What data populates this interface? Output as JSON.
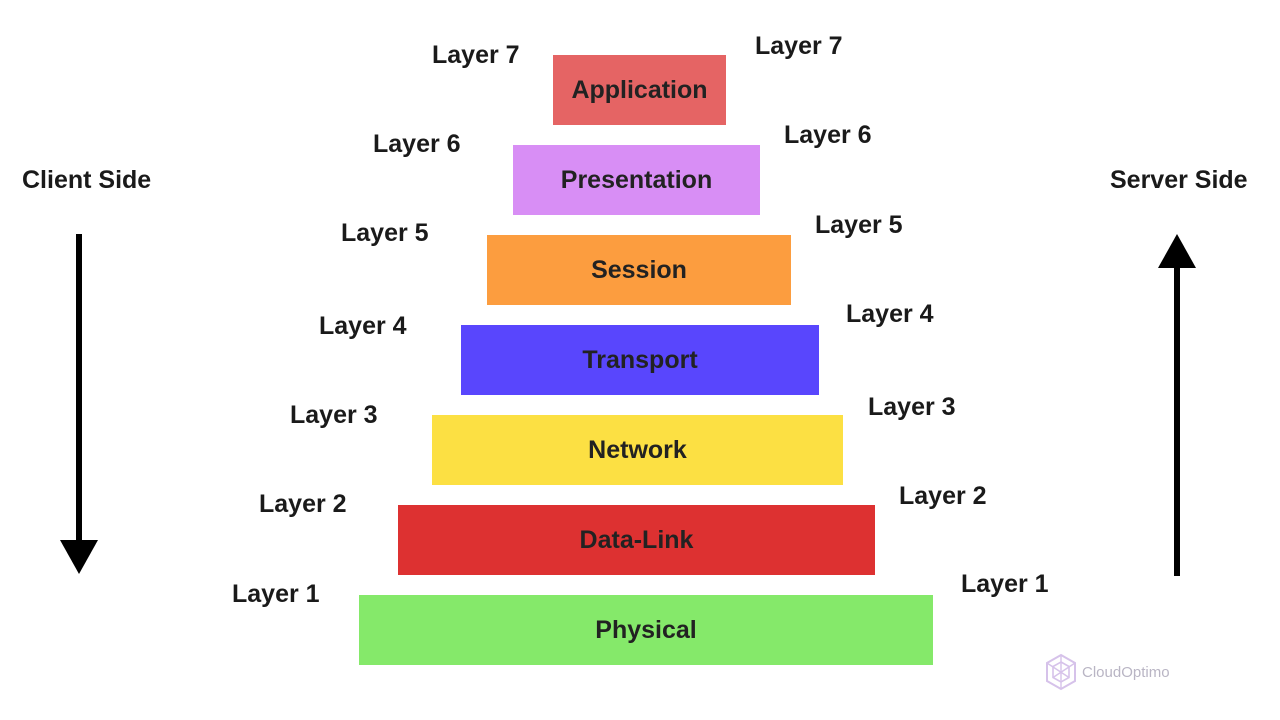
{
  "client_side": "Client Side",
  "server_side": "Server Side",
  "logo_text": "CloudOptimo",
  "layers": [
    {
      "name": "Application",
      "left_label": "Layer 7",
      "right_label": "Layer 7",
      "color": "#e56464"
    },
    {
      "name": "Presentation",
      "left_label": "Layer 6",
      "right_label": "Layer 6",
      "color": "#d88ef5"
    },
    {
      "name": "Session",
      "left_label": "Layer 5",
      "right_label": "Layer 5",
      "color": "#fc9d3f"
    },
    {
      "name": "Transport",
      "left_label": "Layer 4",
      "right_label": "Layer 4",
      "color": "#5946fd"
    },
    {
      "name": "Network",
      "left_label": "Layer 3",
      "right_label": "Layer 3",
      "color": "#fce043"
    },
    {
      "name": "Data-Link",
      "left_label": "Layer 2",
      "right_label": "Layer 2",
      "color": "#dd3131"
    },
    {
      "name": "Physical",
      "left_label": "Layer 1",
      "right_label": "Layer 1",
      "color": "#85e96a"
    }
  ]
}
